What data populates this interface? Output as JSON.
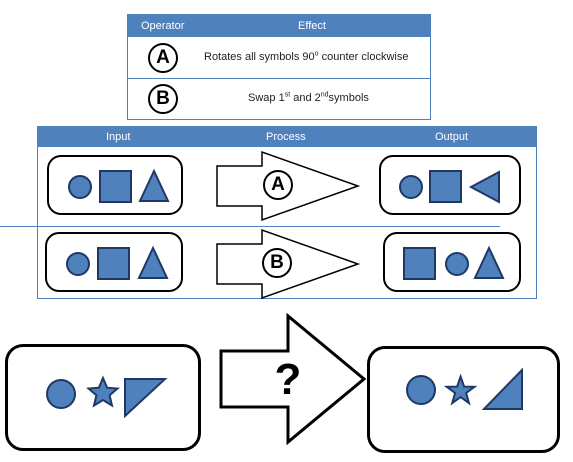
{
  "legend": {
    "header": {
      "operator": "Operator",
      "effect": "Effect"
    },
    "rows": [
      {
        "operator": "A",
        "effect": "Rotates all symbols 90",
        "effect_sup": "o",
        "effect_tail": " counter clockwise"
      },
      {
        "operator": "B",
        "effect_pre": "Swap 1",
        "effect_sup1": "st",
        "effect_mid": " and 2",
        "effect_sup2": "nd",
        "effect_post": "symbols"
      }
    ]
  },
  "process_table": {
    "header": {
      "input": "Input",
      "process": "Process",
      "output": "Output"
    },
    "examples": [
      {
        "operator": "A"
      },
      {
        "operator": "B"
      }
    ]
  },
  "question": {
    "mark": "?"
  },
  "colors": {
    "header_blue": "#4f81bd",
    "shape_fill": "#4f81bd",
    "shape_stroke": "#1f3864"
  }
}
